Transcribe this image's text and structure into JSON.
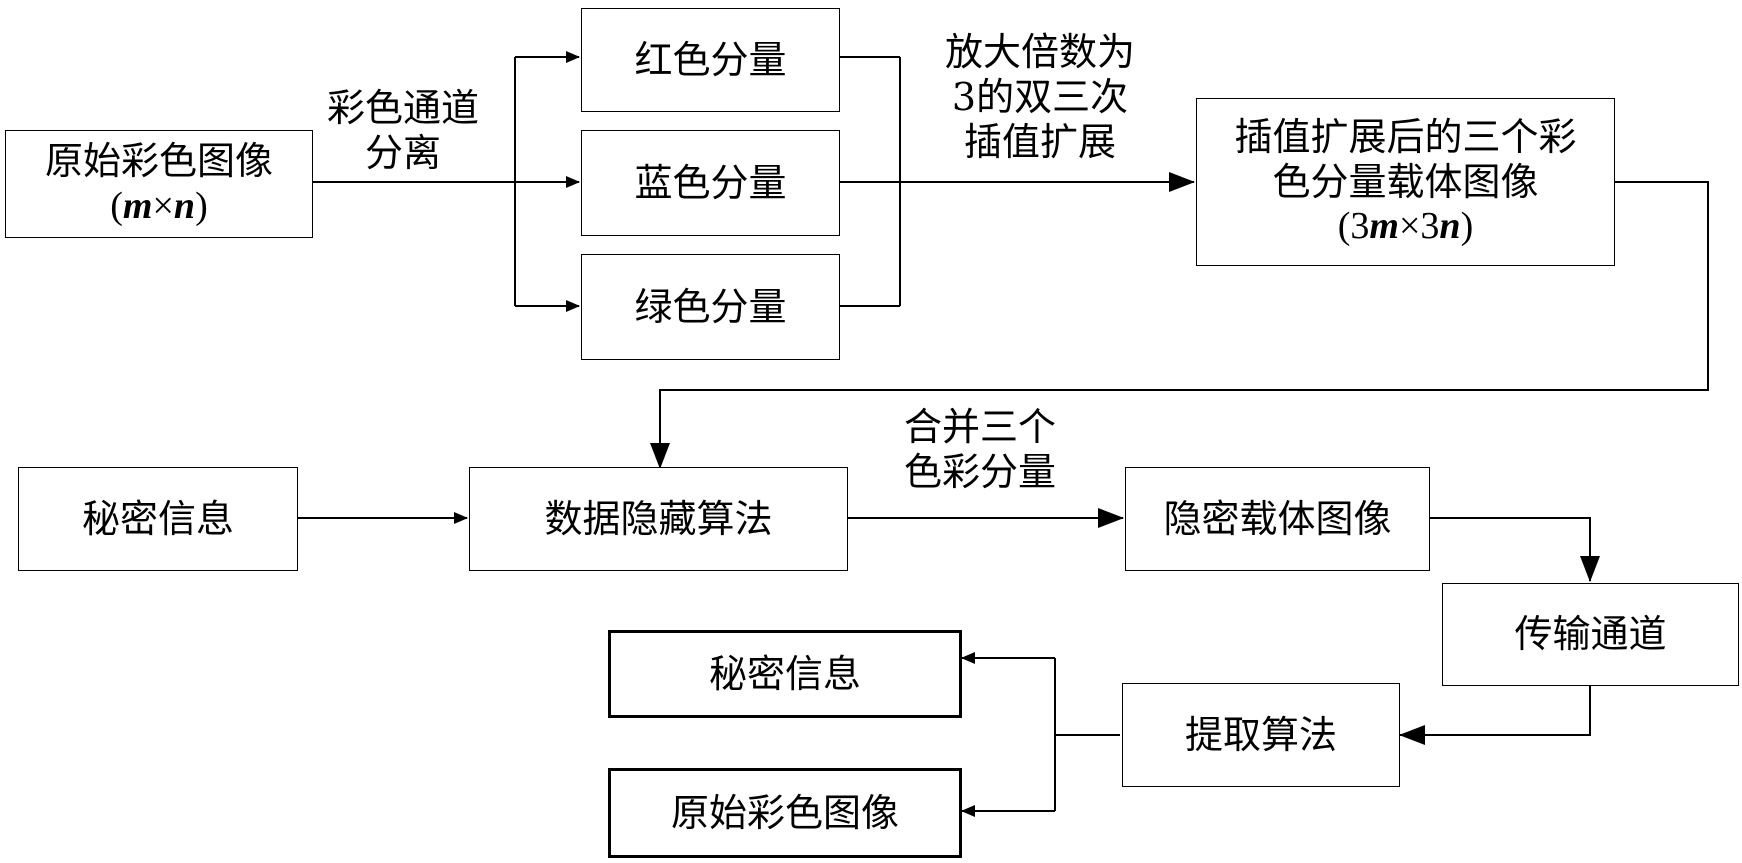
{
  "nodes": {
    "original_image": {
      "line1": "原始彩色图像",
      "dim": {
        "open": "(",
        "m": "m",
        "times": "×",
        "n": "n",
        "close": ")"
      }
    },
    "red": "红色分量",
    "blue": "蓝色分量",
    "green": "绿色分量",
    "carrier": {
      "line1": "插值扩展后的三个彩",
      "line2": "色分量载体图像",
      "dim": {
        "open": "(3",
        "m": "m",
        "times": "×3",
        "n": "n",
        "close": ")"
      }
    },
    "secret_in": "秘密信息",
    "hide_algo": "数据隐藏算法",
    "stego": "隐密载体图像",
    "channel": "传输通道",
    "extract": "提取算法",
    "secret_out": "秘密信息",
    "original_out": "原始彩色图像"
  },
  "edge_labels": {
    "separate": {
      "line1": "彩色通道",
      "line2": "分离"
    },
    "interp": {
      "line1": "放大倍数为",
      "line2": "3的双三次",
      "line3": "插值扩展"
    },
    "merge": {
      "line1": "合并三个",
      "line2": "色彩分量"
    }
  }
}
